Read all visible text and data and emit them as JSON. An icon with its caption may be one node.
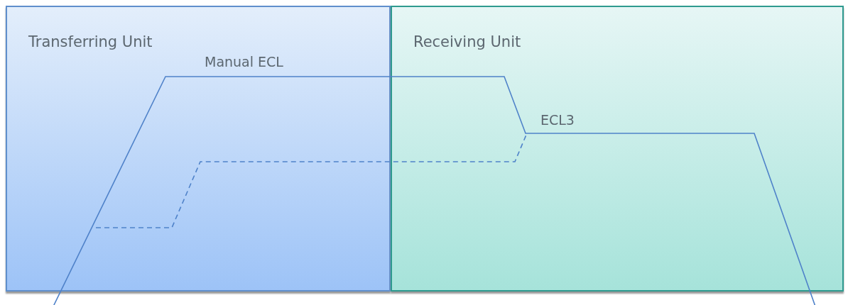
{
  "diagram": {
    "nodes": [
      {
        "text": [
          "Transferring Unit"
        ]
      },
      {
        "text": [
          "Receiving Unit"
        ]
      }
    ],
    "labels": [
      "Manual ECL",
      "ECL3"
    ]
  }
}
